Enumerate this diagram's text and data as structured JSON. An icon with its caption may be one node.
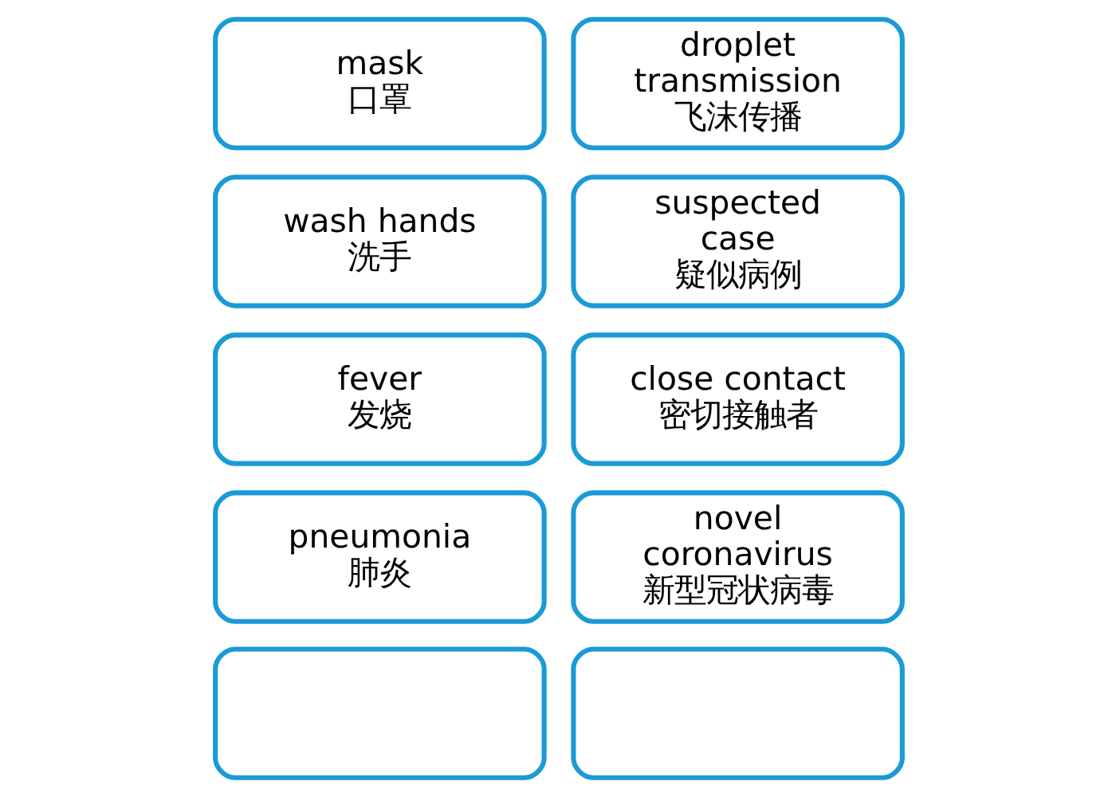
{
  "diagram": {
    "nodes": [
      {
        "text": [
          "mask",
          "口罩"
        ]
      },
      {
        "text": [
          "droplet transmission",
          "飞沫传播"
        ]
      },
      {
        "text": [
          "wash hands",
          "洗手"
        ]
      },
      {
        "text": [
          "suspected case",
          "疑似病例"
        ]
      },
      {
        "text": [
          "fever",
          "发烧"
        ]
      },
      {
        "text": [
          "close contact",
          "密切接触者"
        ]
      },
      {
        "text": [
          "pneumonia",
          "肺炎"
        ]
      },
      {
        "text": [
          "novel coronavirus",
          "新型冠状病毒"
        ]
      },
      {
        "text": [],
        "shape": "box"
      },
      {
        "text": [],
        "shape": "box"
      }
    ]
  }
}
